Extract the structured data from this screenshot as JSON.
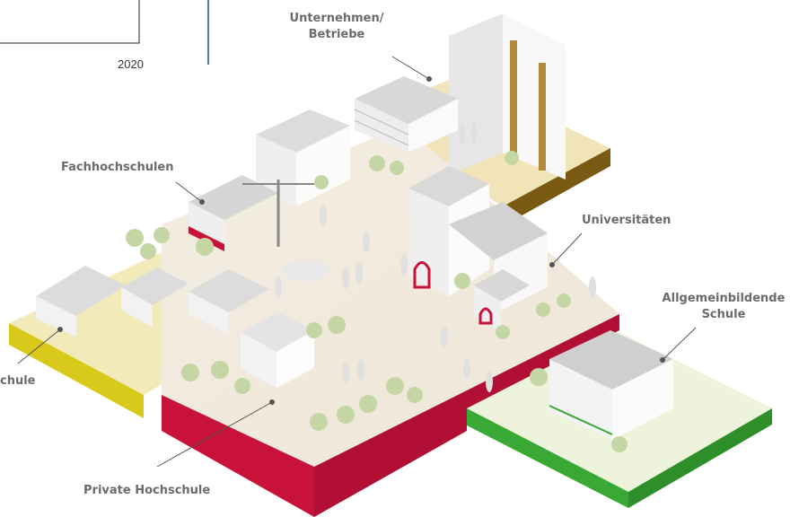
{
  "year": "2020",
  "labels": {
    "unternehmen": [
      "Unternehmen/",
      "Betriebe"
    ],
    "fachhochschulen": "Fachhochschulen",
    "universitaeten": "Universitäten",
    "allgemeinbildende": [
      "Allgemeinbildende",
      "Schule"
    ],
    "hochschule_partial": "chule",
    "private_hochschule": "Private Hochschule"
  },
  "colors": {
    "campus_platform_side": "#c8123a",
    "school_platform_side": "#3aa835",
    "left_platform_side": "#d8c91a",
    "back_platform_side": "#7a5a12",
    "accent_red": "#c8123a",
    "connector_line": "#555555",
    "frame_line": "#0f5f66"
  }
}
